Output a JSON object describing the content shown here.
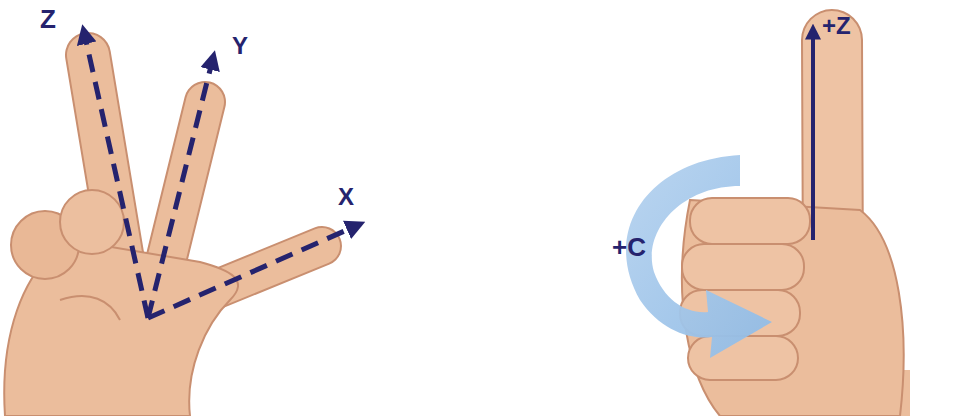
{
  "diagram": {
    "labels": [
      "Z",
      "Y",
      "X",
      "+Z",
      "+C"
    ]
  }
}
